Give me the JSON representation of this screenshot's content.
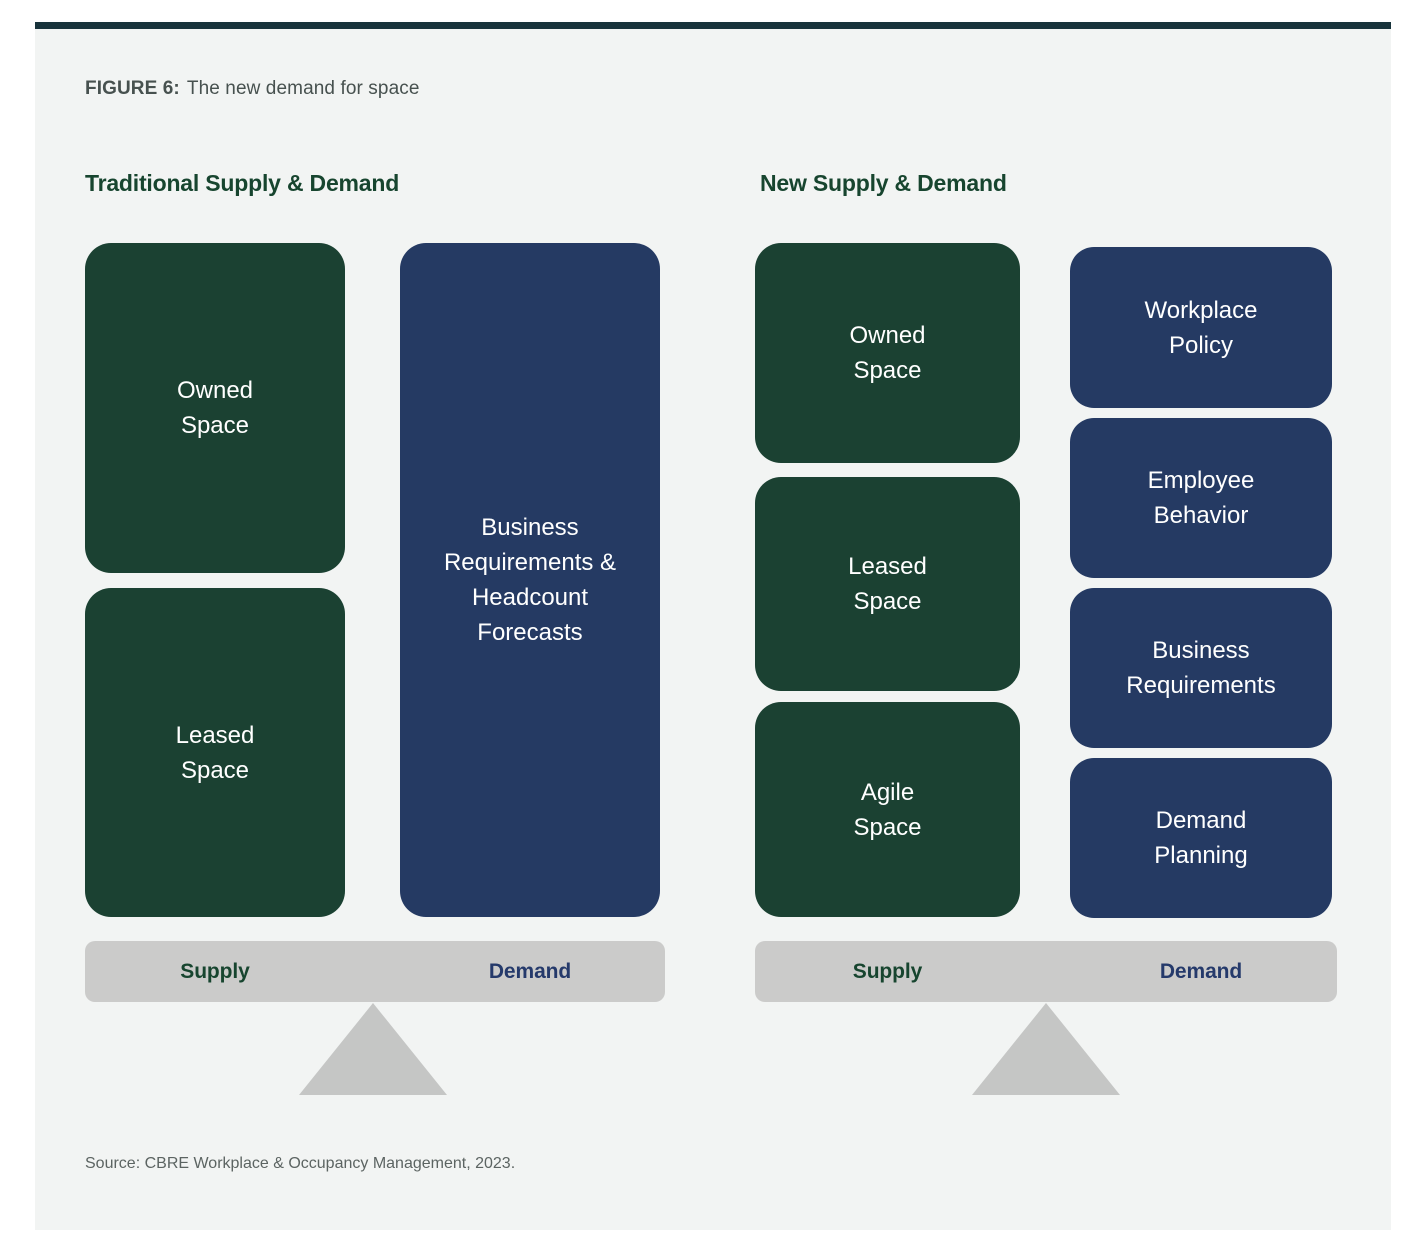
{
  "figure": {
    "label": "FIGURE 6:",
    "title": "The new demand for space",
    "source": "Source: CBRE Workplace & Occupancy Management, 2023."
  },
  "colors": {
    "top_bar": "#18333B",
    "canvas_bg": "#F2F4F3",
    "green": "#1B4132",
    "navy": "#253A63",
    "header_green": "#17452F",
    "demand_navy": "#253A6B",
    "bar_gray": "#CBCBCA",
    "triangle_gray": "#C5C6C5",
    "box_text": "#FFFFFF"
  },
  "panels": [
    {
      "id": "traditional",
      "header": "Traditional Supply & Demand",
      "supply_boxes": [
        "Owned\nSpace",
        "Leased\nSpace"
      ],
      "demand_boxes": [
        "Business\nRequirements &\nHeadcount\nForecasts"
      ],
      "axis": {
        "supply": "Supply",
        "demand": "Demand"
      }
    },
    {
      "id": "new",
      "header": "New Supply & Demand",
      "supply_boxes": [
        "Owned\nSpace",
        "Leased\nSpace",
        "Agile\nSpace"
      ],
      "demand_boxes": [
        "Workplace\nPolicy",
        "Employee\nBehavior",
        "Business\nRequirements",
        "Demand\nPlanning"
      ],
      "axis": {
        "supply": "Supply",
        "demand": "Demand"
      }
    }
  ]
}
